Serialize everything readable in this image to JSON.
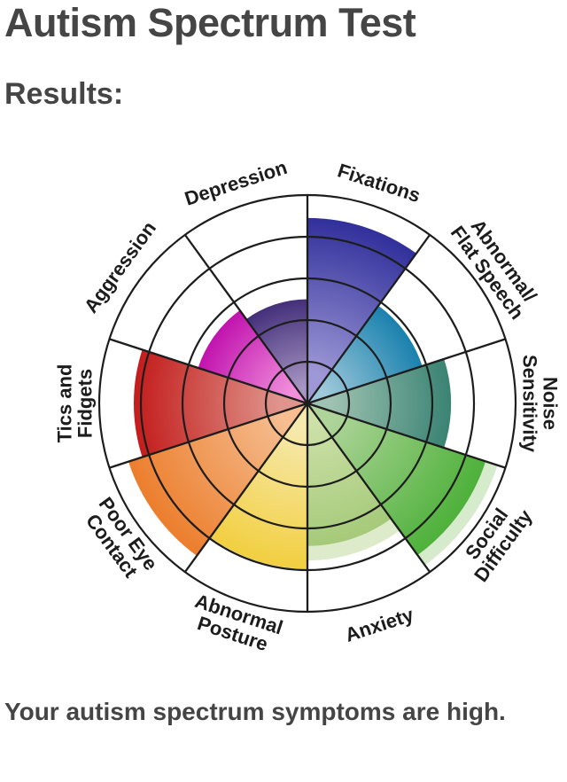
{
  "page": {
    "title": "Autism Spectrum Test",
    "results_label": "Results:",
    "summary": "Your autism spectrum symptoms are high."
  },
  "chart_data": {
    "type": "polar_wedge_wheel",
    "title": "Autism spectrum symptom wheel",
    "scale_max": 5,
    "ring_count": 5,
    "sector_angle_deg": 36,
    "start_angle_deg": 0,
    "grid_color": "#1d1d1d",
    "label_color": "#1c1c1c",
    "background": "#ffffff",
    "sectors": [
      {
        "label": "Fixations",
        "lines": [
          "Fixations"
        ],
        "value": 4.45,
        "value_pct": 89,
        "color_inner": "#9e99d6",
        "color_outer": "#31309b",
        "label_rotation": 18
      },
      {
        "label": "Abnormal/Flat Speech",
        "lines": [
          "Abnormal/",
          "Flat Speech"
        ],
        "value": 2.9,
        "value_pct": 58,
        "color_inner": "#9fc9da",
        "color_outer": "#1a81ae",
        "label_rotation": 54
      },
      {
        "label": "Noise Sensitivity",
        "lines": [
          "Noise",
          "Sensitivity"
        ],
        "value": 3.45,
        "value_pct": 69,
        "color_inner": "#9fc2b2",
        "color_outer": "#3a8373",
        "label_rotation": 90
      },
      {
        "label": "Social Difficulty",
        "lines": [
          "Social",
          "Difficulty"
        ],
        "value": 4.5,
        "value_pct": 90,
        "color_inner": "#aed499",
        "color_outer": "#4eb13a",
        "label_rotation": -54,
        "halo_color": "#d2e8c6",
        "halo_extent": 0.3
      },
      {
        "label": "Anxiety",
        "lines": [
          "Anxiety"
        ],
        "value": 3.42,
        "value_pct": 68,
        "color_inner": "#cce0a8",
        "color_outer": "#a5ca79",
        "label_rotation": -18,
        "halo_color": "#d9e9c5",
        "halo_extent": 0.35
      },
      {
        "label": "Abnormal Posture",
        "lines": [
          "Abnormal",
          "Posture"
        ],
        "value": 3.97,
        "value_pct": 79,
        "color_inner": "#f6e9ad",
        "color_outer": "#f2cf40",
        "label_rotation": 18
      },
      {
        "label": "Poor Eye Contact",
        "lines": [
          "Poor Eye",
          "Contact"
        ],
        "value": 4.52,
        "value_pct": 90,
        "color_inner": "#f5bd90",
        "color_outer": "#ec7e2d",
        "label_rotation": 54
      },
      {
        "label": "Tics and Fidgets",
        "lines": [
          "Tics and",
          "Fidgets"
        ],
        "value": 4.17,
        "value_pct": 83,
        "color_inner": "#df958c",
        "color_outer": "#c31d1c",
        "label_rotation": -90
      },
      {
        "label": "Aggression",
        "lines": [
          "Aggression"
        ],
        "value": 2.76,
        "value_pct": 55,
        "color_inner": "#f191dc",
        "color_outer": "#c113ae",
        "label_rotation": -54
      },
      {
        "label": "Depression",
        "lines": [
          "Depression"
        ],
        "value": 2.5,
        "value_pct": 50,
        "color_inner": "#a795c3",
        "color_outer": "#44307a",
        "label_rotation": -18
      }
    ]
  }
}
